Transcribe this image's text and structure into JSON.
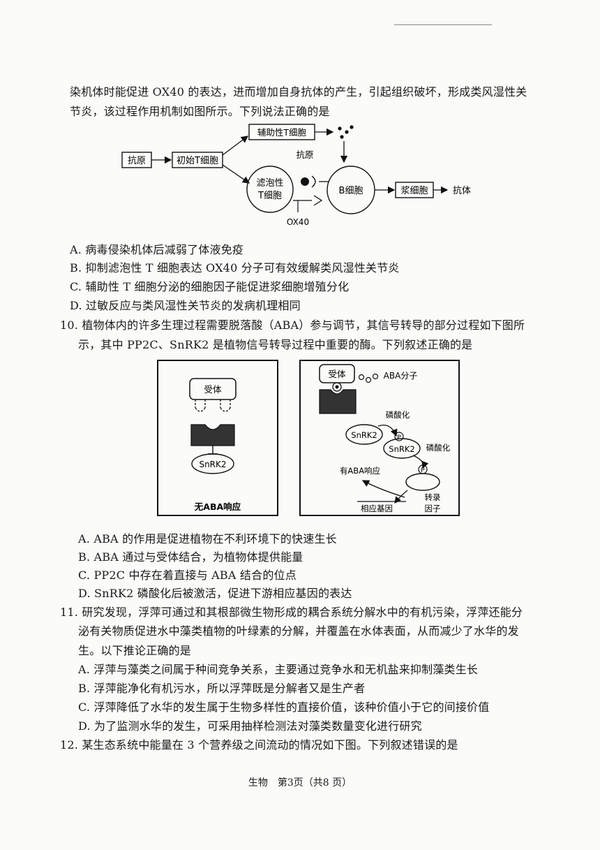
{
  "intro": {
    "line1": "染机体时能促进 OX40 的表达，进而增加自身抗体的产生，引起组织破坏，形成类风湿性关",
    "line2": "节炎，该过程作用机制如图所示。下列说法正确的是"
  },
  "diagram1": {
    "antigen": "抗原",
    "naive_t": "初始T细胞",
    "helper_t": "辅助性T细胞",
    "follicular_t_1": "滤泡性",
    "follicular_t_2": "T细胞",
    "antigen2": "抗原",
    "b_cell": "B细胞",
    "plasma": "浆细胞",
    "antibody": "抗体",
    "ox40": "OX40"
  },
  "q9": {
    "a": "A. 病毒侵染机体后减弱了体液免疫",
    "b": "B. 抑制滤泡性 T 细胞表达 OX40 分子可有效缓解类风湿性关节炎",
    "c": "C. 辅助性 T 细胞分泌的细胞因子能促进浆细胞增殖分化",
    "d": "D. 过敏反应与类风湿性关节炎的发病机理相同"
  },
  "q10": {
    "stem1": "10. 植物体内的许多生理过程需要脱落酸（ABA）参与调节，其信号转导的部分过程如下图所",
    "stem2": "示，其中 PP2C、SnRK2 是植物信号转导过程中重要的酶。下列叙述正确的是",
    "a": "A. ABA 的作用是促进植物在不利环境下的快速生长",
    "b": "B. ABA 通过与受体结合，为植物体提供能量",
    "c": "C. PP2C 中存在着直接与 ABA 结合的位点",
    "d": "D. SnRK2 磷酸化后被激活，促进下游相应基因的表达"
  },
  "diagram2": {
    "receptor_left": "受体",
    "snrk2_left": "SnRK2",
    "no_response": "无ABA响应",
    "receptor_right": "受体",
    "aba_molecule": "ABA分子",
    "phos1": "磷酸化",
    "snrk2_a": "SnRK2",
    "snrk2_b": "SnRK2",
    "phos2": "磷酸化",
    "p_mark": "P",
    "has_response": "有ABA响应",
    "gene": "相应基因",
    "tf_1": "转录",
    "tf_2": "因子"
  },
  "q11": {
    "stem1": "11. 研究发现，浮萍可通过和其根部微生物形成的耦合系统分解水中的有机污染，浮萍还能分",
    "stem2": "泌有关物质促进水中藻类植物的叶绿素的分解，并覆盖在水体表面，从而减少了水华的发",
    "stem3": "生。以下推论正确的是",
    "a": "A. 浮萍与藻类之间属于种间竞争关系，主要通过竞争水和无机盐来抑制藻类生长",
    "b": "B. 浮萍能净化有机污水，所以浮萍既是分解者又是生产者",
    "c": "C. 浮萍降低了水华的发生属于生物多样性的直接价值，该种价值小于它的间接价值",
    "d": "D. 为了监测水华的发生，可采用抽样检测法对藻类数量变化进行研究"
  },
  "q12": {
    "stem": "12. 某生态系统中能量在 3 个营养级之间流动的情况如下图。下列叙述错误的是"
  },
  "footer": "生物　第3页（共8 页）"
}
